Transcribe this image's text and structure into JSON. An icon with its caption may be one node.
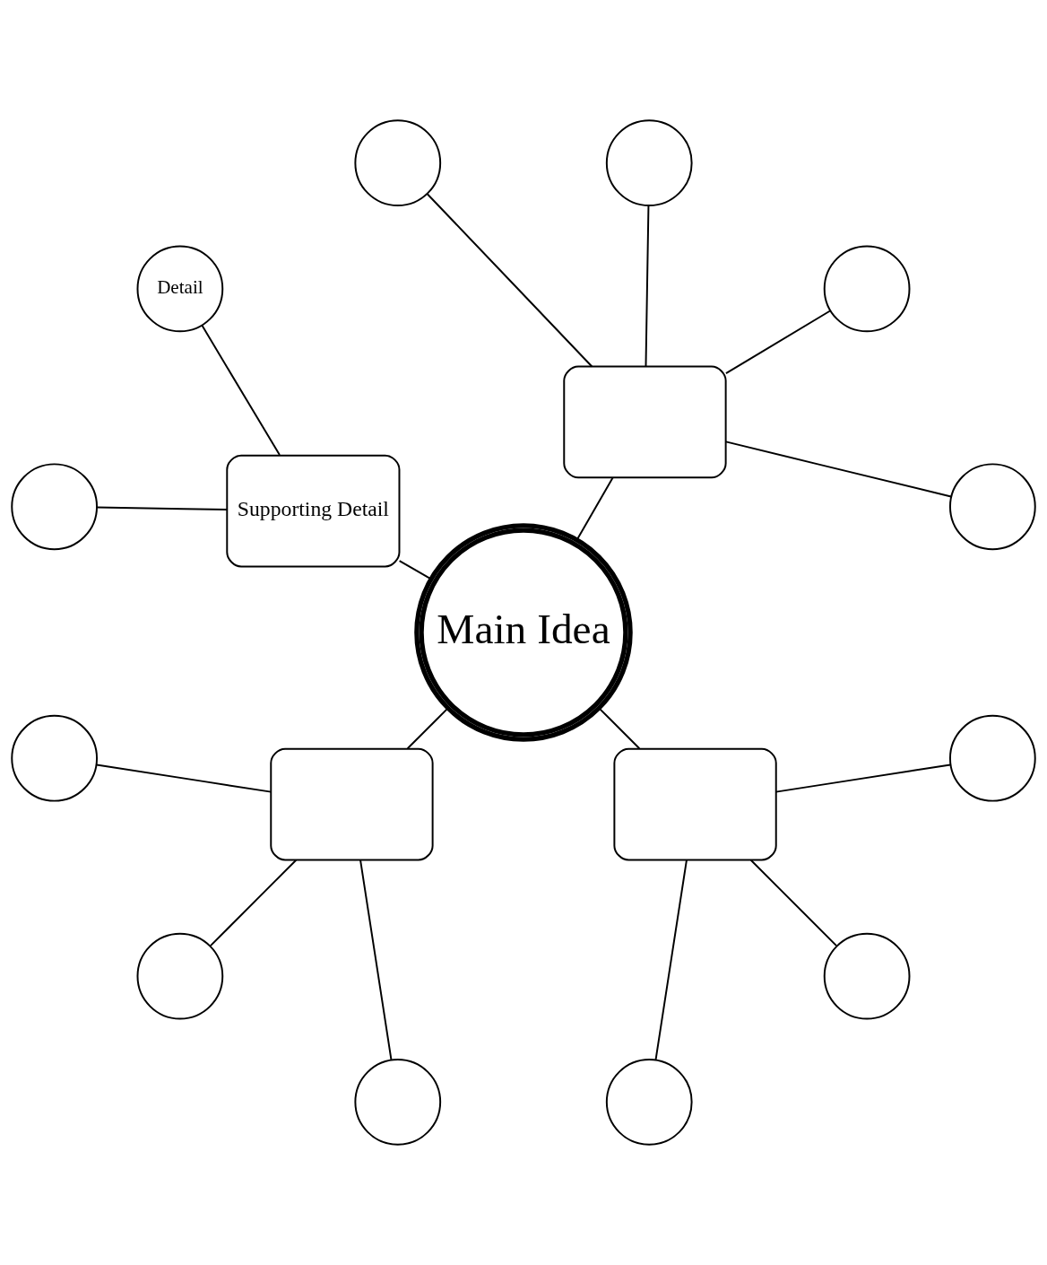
{
  "diagram": {
    "nodes": [
      {
        "text": [
          "Main Idea"
        ]
      },
      {
        "text": [],
        "shape": "box"
      },
      {
        "text": [],
        "shape": "circle"
      },
      {
        "text": [],
        "shape": "circle"
      },
      {
        "text": [],
        "shape": "circle"
      },
      {
        "text": [],
        "shape": "circle"
      },
      {
        "text": [
          "Supporting Detail"
        ]
      },
      {
        "text": [
          "Detail"
        ]
      },
      {
        "text": [],
        "shape": "circle"
      },
      {
        "text": [],
        "shape": "box"
      },
      {
        "text": [],
        "shape": "circle"
      },
      {
        "text": [],
        "shape": "circle"
      },
      {
        "text": [],
        "shape": "circle"
      },
      {
        "text": [],
        "shape": "box"
      },
      {
        "text": [],
        "shape": "circle"
      },
      {
        "text": [],
        "shape": "circle"
      },
      {
        "text": [],
        "shape": "circle"
      }
    ],
    "edges": [
      {
        "from": 0,
        "to": 1,
        "arrow": "none"
      },
      {
        "from": 1,
        "to": 2,
        "arrow": "none"
      },
      {
        "from": 1,
        "to": 3,
        "arrow": "none"
      },
      {
        "from": 1,
        "to": 4,
        "arrow": "none"
      },
      {
        "from": 1,
        "to": 5,
        "arrow": "none"
      },
      {
        "from": 0,
        "to": 6,
        "arrow": "none"
      },
      {
        "from": 6,
        "to": 7,
        "arrow": "none"
      },
      {
        "from": 6,
        "to": 8,
        "arrow": "none"
      },
      {
        "from": 0,
        "to": 9,
        "arrow": "none"
      },
      {
        "from": 9,
        "to": 10,
        "arrow": "none"
      },
      {
        "from": 9,
        "to": 11,
        "arrow": "none"
      },
      {
        "from": 9,
        "to": 12,
        "arrow": "none"
      },
      {
        "from": 0,
        "to": 13,
        "arrow": "none"
      },
      {
        "from": 13,
        "to": 14,
        "arrow": "none"
      },
      {
        "from": 13,
        "to": 15,
        "arrow": "none"
      },
      {
        "from": 13,
        "to": 16,
        "arrow": "none"
      }
    ]
  }
}
